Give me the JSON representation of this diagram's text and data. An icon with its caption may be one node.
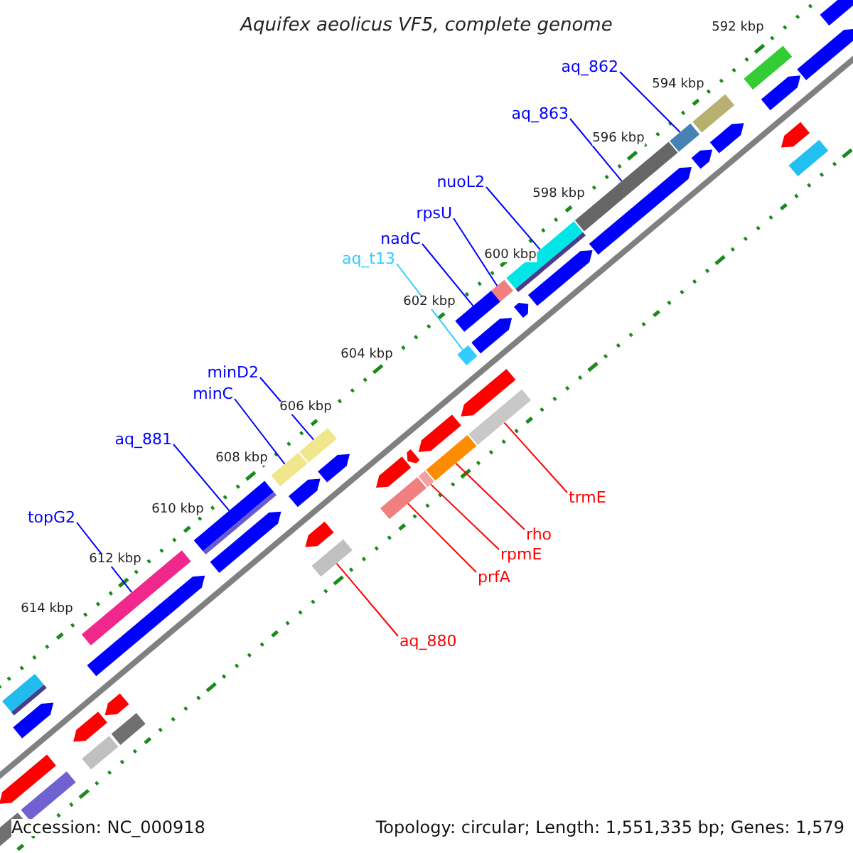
{
  "diagram": {
    "title": "Aquifex aeolicus VF5, complete genome",
    "nodes": [
      {
        "text": [
          "aq_862"
        ]
      },
      {
        "text": [],
        "shape": "bar"
      },
      {
        "text": [
          "aq_863"
        ]
      },
      {
        "text": [],
        "shape": "bar"
      },
      {
        "text": [
          "nuoL2"
        ]
      },
      {
        "text": [],
        "shape": "bar"
      },
      {
        "text": [
          "rpsU"
        ]
      },
      {
        "text": [],
        "shape": "bar"
      },
      {
        "text": [
          "nadC"
        ]
      },
      {
        "text": [],
        "shape": "bar"
      },
      {
        "text": [
          "aq_t13"
        ]
      },
      {
        "text": [],
        "shape": "bar"
      },
      {
        "text": [
          "minD2"
        ]
      },
      {
        "text": [],
        "shape": "bar"
      },
      {
        "text": [
          "minC"
        ]
      },
      {
        "text": [],
        "shape": "bar"
      },
      {
        "text": [
          "aq_881"
        ]
      },
      {
        "text": [],
        "shape": "bar"
      },
      {
        "text": [
          "topG2"
        ]
      },
      {
        "text": [],
        "shape": "bar"
      },
      {
        "text": [
          "trmE"
        ]
      },
      {
        "text": [],
        "shape": "bar"
      },
      {
        "text": [
          "rho"
        ]
      },
      {
        "text": [],
        "shape": "bar"
      },
      {
        "text": [
          "rpmE"
        ]
      },
      {
        "text": [],
        "shape": "bar"
      },
      {
        "text": [
          "prfA"
        ]
      },
      {
        "text": [],
        "shape": "bar"
      },
      {
        "text": [
          "aq_880"
        ]
      },
      {
        "text": [],
        "shape": "bar"
      },
      {
        "text": [],
        "shape": "bar"
      },
      {
        "text": [],
        "shape": "arrow"
      },
      {
        "text": [],
        "shape": "bar"
      },
      {
        "text": [],
        "shape": "arrow"
      },
      {
        "text": [],
        "shape": "bar"
      },
      {
        "text": [],
        "shape": "bar"
      },
      {
        "text": [],
        "shape": "bar"
      },
      {
        "text": [],
        "shape": "arrow"
      },
      {
        "text": [],
        "shape": "bar"
      },
      {
        "text": [],
        "shape": "arrow"
      },
      {
        "text": [],
        "shape": "arrow"
      },
      {
        "text": [],
        "shape": "arrow"
      },
      {
        "text": [],
        "shape": "bar"
      },
      {
        "text": [],
        "shape": "arrow"
      },
      {
        "text": [],
        "shape": "arrow"
      },
      {
        "text": [],
        "shape": "arrow"
      },
      {
        "text": [],
        "shape": "arrow"
      },
      {
        "text": [],
        "shape": "arrow"
      },
      {
        "text": [],
        "shape": "arrow"
      },
      {
        "text": [],
        "shape": "arrow"
      },
      {
        "text": [],
        "shape": "arrow"
      },
      {
        "text": [],
        "shape": "arrow"
      },
      {
        "text": [],
        "shape": "bar"
      },
      {
        "text": [],
        "shape": "arrow"
      },
      {
        "text": [],
        "shape": "arrow"
      },
      {
        "text": [],
        "shape": "arrow"
      },
      {
        "text": [],
        "shape": "arrow"
      },
      {
        "text": [],
        "shape": "bar"
      },
      {
        "text": [],
        "shape": "bar"
      },
      {
        "text": [],
        "shape": "arrow"
      },
      {
        "text": [],
        "shape": "arrow"
      },
      {
        "text": [],
        "shape": "bar"
      },
      {
        "text": [],
        "shape": "arrow"
      },
      {
        "text": [],
        "shape": "bar"
      }
    ],
    "edges": [
      {
        "from": 0,
        "to": 1,
        "arrow": "none"
      },
      {
        "from": 2,
        "to": 3,
        "arrow": "none"
      },
      {
        "from": 4,
        "to": 5,
        "arrow": "none"
      },
      {
        "from": 6,
        "to": 7,
        "arrow": "none"
      },
      {
        "from": 8,
        "to": 9,
        "arrow": "none"
      },
      {
        "from": 10,
        "to": 11,
        "arrow": "none",
        "color": "#33ccff"
      },
      {
        "from": 12,
        "to": 13,
        "arrow": "none"
      },
      {
        "from": 14,
        "to": 15,
        "arrow": "none"
      },
      {
        "from": 16,
        "to": 17,
        "arrow": "none"
      },
      {
        "from": 18,
        "to": 19,
        "arrow": "none"
      },
      {
        "from": 20,
        "to": 21,
        "arrow": "none",
        "color": "#ff0000"
      },
      {
        "from": 22,
        "to": 23,
        "arrow": "none",
        "color": "#ff0000"
      },
      {
        "from": 24,
        "to": 25,
        "arrow": "none",
        "color": "#ff0000"
      },
      {
        "from": 26,
        "to": 27,
        "arrow": "none",
        "color": "#ff0000"
      },
      {
        "from": 28,
        "to": 29,
        "arrow": "none",
        "color": "#ff0000"
      }
    ],
    "labels": [
      "592 kbp",
      "594 kbp",
      "596 kbp",
      "598 kbp",
      "600 kbp",
      "602 kbp",
      "604 kbp",
      "606 kbp",
      "608 kbp",
      "610 kbp",
      "612 kbp",
      "614 kbp",
      "Accession: NC_000918",
      "Topology: circular; Length: 1,551,335 bp; Genes: 1,579"
    ]
  }
}
